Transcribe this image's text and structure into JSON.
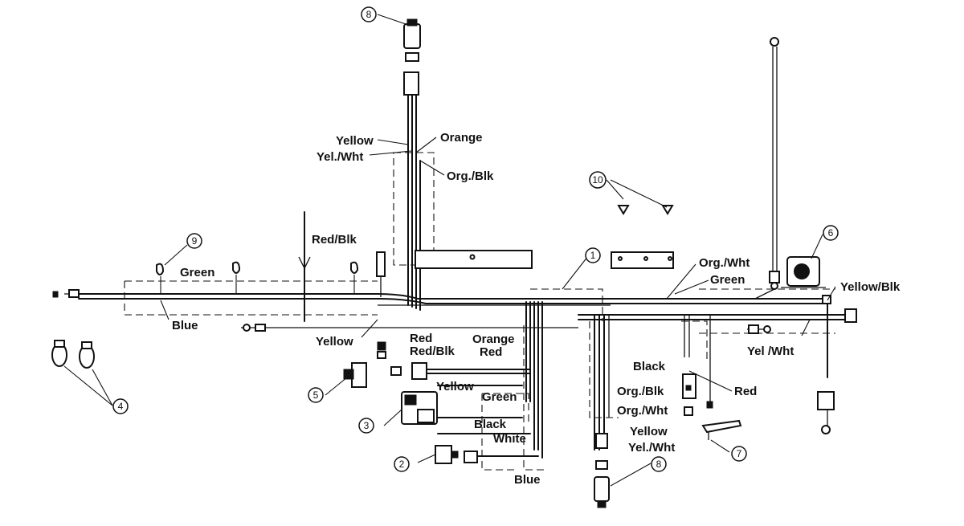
{
  "labels": {
    "yellow_top": "Yellow",
    "orange_top": "Orange",
    "yel_wht_top": "Yel./Wht",
    "org_blk_top": "Org./Blk",
    "red_blk_left": "Red/Blk",
    "green_left": "Green",
    "blue_left": "Blue",
    "org_wht_right": "Org./Wht",
    "green_right": "Green",
    "yellow_blk_right": "Yellow/Blk",
    "yel_wht_right": "Yel /Wht",
    "black_right": "Black",
    "red_right": "Red",
    "yellow_mid": "Yellow",
    "red_mid": "Red",
    "red_blk_mid": "Red/Blk",
    "orange_mid": "Orange",
    "red_mid2": "Red",
    "yellow_mid2": "Yellow",
    "green_mid": "Green",
    "black_mid": "Black",
    "white_mid": "White",
    "blue_bottom": "Blue",
    "org_blk_bottom": "Org./Blk",
    "org_wht_bottom": "Org./Wht",
    "yellow_bottom": "Yellow",
    "yel_wht_bottom": "Yel./Wht"
  },
  "callouts": {
    "c1": "1",
    "c2": "2",
    "c3": "3",
    "c4": "4",
    "c5": "5",
    "c6": "6",
    "c7": "7",
    "c8_top": "8",
    "c8_bottom": "8",
    "c9": "9",
    "c10": "10"
  }
}
